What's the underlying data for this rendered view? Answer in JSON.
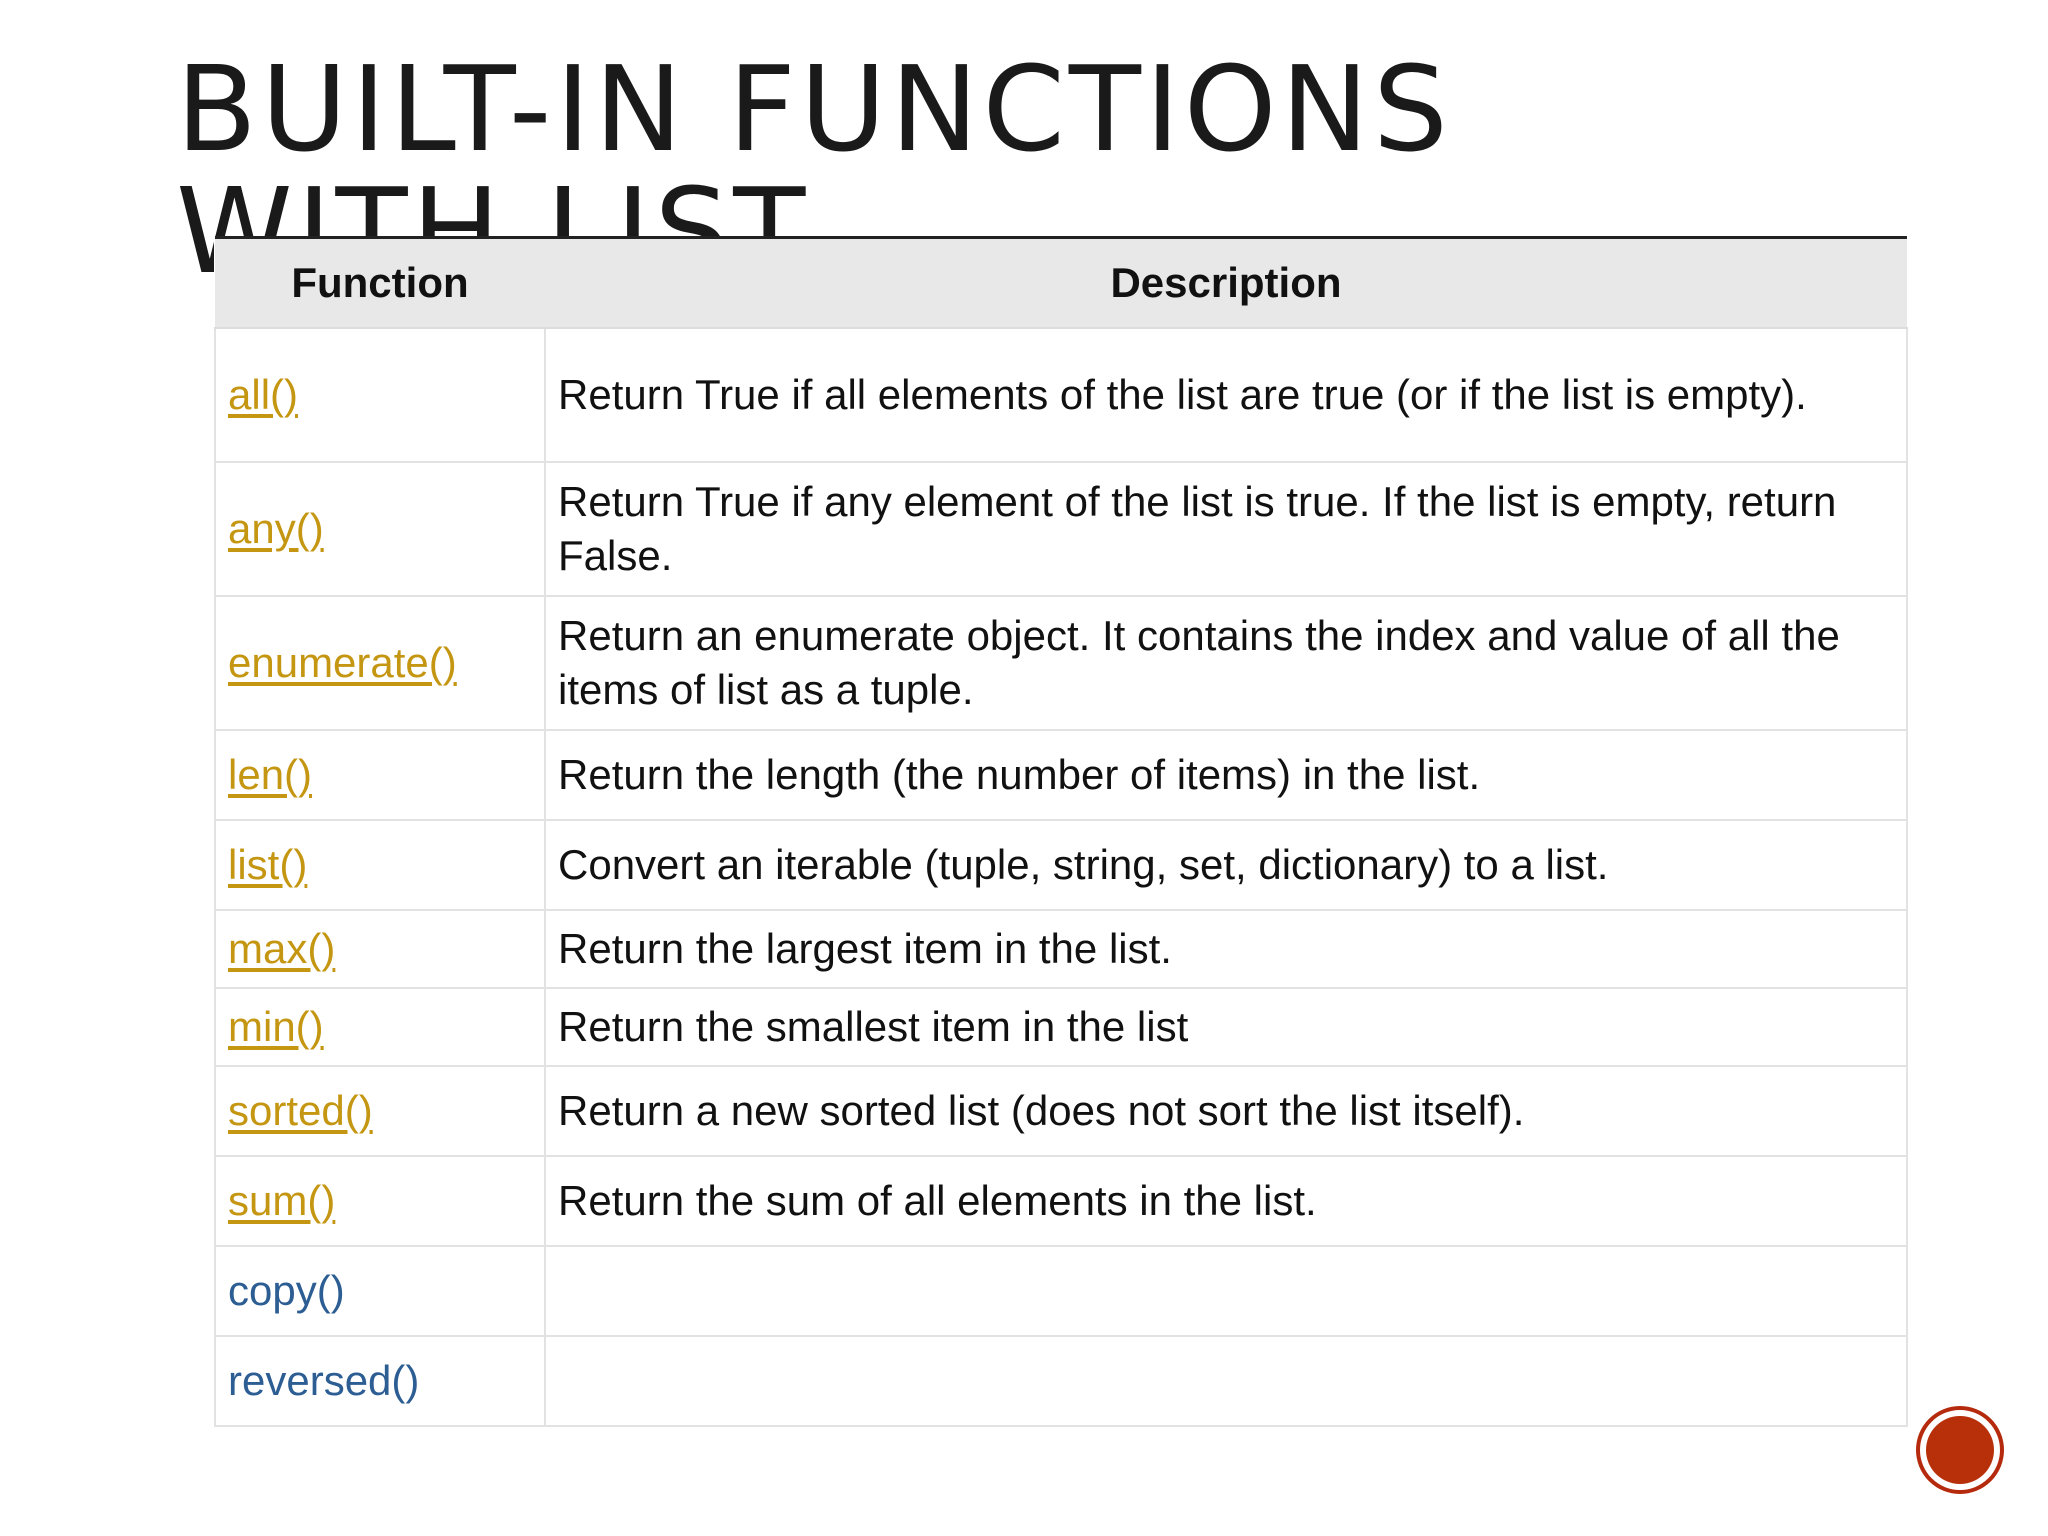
{
  "slide": {
    "title": "BUILT-IN FUNCTIONS WITH LIST"
  },
  "table": {
    "headers": [
      "Function",
      "Description"
    ],
    "rows": [
      {
        "function": "all()",
        "description": "Return True if all elements of the list are true (or if the list is empty).",
        "linked": true
      },
      {
        "function": "any()",
        "description": "Return True if any element of the list is true. If the list is empty, return False.",
        "linked": true
      },
      {
        "function": "enumerate()",
        "description": "Return an enumerate object. It contains the index and value of all the items of list as a tuple.",
        "linked": true
      },
      {
        "function": "len()",
        "description": "Return the length (the number of items) in the list.",
        "linked": true
      },
      {
        "function": "list()",
        "description": "Convert an iterable (tuple, string, set, dictionary) to a list.",
        "linked": true
      },
      {
        "function": "max()",
        "description": "Return the largest item in the list.",
        "linked": true
      },
      {
        "function": "min()",
        "description": "Return the smallest item in the list",
        "linked": true
      },
      {
        "function": "sorted()",
        "description": "Return a new sorted list (does not sort the list itself).",
        "linked": true
      },
      {
        "function": "sum()",
        "description": "Return the sum of all elements in the list.",
        "linked": true
      },
      {
        "function": "copy()",
        "description": "",
        "linked": false
      },
      {
        "function": "reversed()",
        "description": "",
        "linked": false
      }
    ]
  },
  "colors": {
    "link": "#c49612",
    "plain_function": "#2c5d93",
    "header_bg": "#e8e8e8",
    "accent": "#b8300a"
  }
}
